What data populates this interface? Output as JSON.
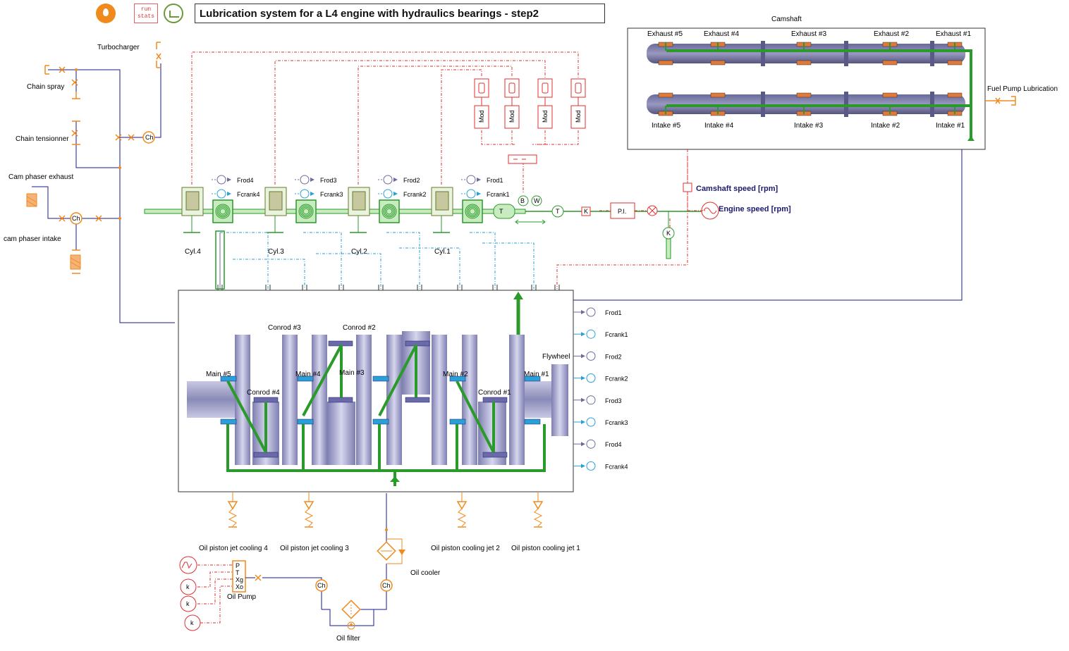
{
  "toolbar": {
    "oil_icon": "oil-drop-icon",
    "run_stats_label": "run\nstats",
    "environment_icon": "environment-icon"
  },
  "title": "Lubrication system for a L4 engine with hydraulics bearings - step2",
  "camshaft": {
    "title": "Camshaft",
    "exhaust": [
      "Exhaust #5",
      "Exhaust #4",
      "Exhaust #3",
      "Exhaust #2",
      "Exhaust #1"
    ],
    "intake": [
      "Intake #5",
      "Intake #4",
      "Intake #3",
      "Intake  #2",
      "Intake #1"
    ],
    "fuel_pump": "Fuel Pump Lubrication"
  },
  "left_circuit": {
    "turbocharger": "Turbocharger",
    "chain_spray": "Chain spray",
    "chain_tensioner": "Chain tensionner",
    "cam_phaser_exhaust": "Cam phaser exhaust",
    "cam_phaser_intake": "cam phaser intake"
  },
  "cylinders": [
    "Cyl.4",
    "Cyl.3",
    "Cyl.2",
    "Cyl.1"
  ],
  "cyl_forces": [
    {
      "frod": "Frod4",
      "fcrank": "Fcrank4"
    },
    {
      "frod": "Frod3",
      "fcrank": "Fcrank3"
    },
    {
      "frod": "Frod2",
      "fcrank": "Fcrank2"
    },
    {
      "frod": "Frod1",
      "fcrank": "Fcrank1"
    }
  ],
  "sensors": {
    "camshaft_speed": "Camshaft speed [rpm]",
    "engine_speed": "Engine speed [rpm]",
    "mod_label": "Mod",
    "pi_label": "P.I.",
    "k_label": "K"
  },
  "crankshaft": {
    "conrods": [
      "Conrod #3",
      "Conrod #2",
      "Conrod #4",
      "Conrod #1"
    ],
    "mains": [
      "Main #5",
      "Main #4",
      "Main #3",
      "Main #2",
      "Main #1"
    ],
    "flywheel": "Flywheel",
    "ports": [
      "Frod1",
      "Fcrank1",
      "Frod2",
      "Fcrank2",
      "Frod3",
      "Fcrank3",
      "Frod4",
      "Fcrank4"
    ]
  },
  "jets": [
    "Oil piston jet cooling 4",
    "Oil piston jet cooling 3",
    "Oil piston cooling jet 2",
    "Oil piston cooling jet 1"
  ],
  "oil_supply": {
    "pump": "Oil Pump",
    "cooler": "Oil cooler",
    "filter": "Oil filter",
    "ch_label": "Ch",
    "pump_ports": [
      "P",
      "T",
      "Xg",
      "Xo"
    ],
    "k_labels": [
      "k",
      "k",
      "k"
    ]
  },
  "colors": {
    "hydraulic": "#f08a1c",
    "signal": "#e03030",
    "mechanical": "#2a9a2a",
    "pipe": "#1a1a8e",
    "coolant": "#2aa0d8",
    "metal": "#9a9ac8"
  }
}
